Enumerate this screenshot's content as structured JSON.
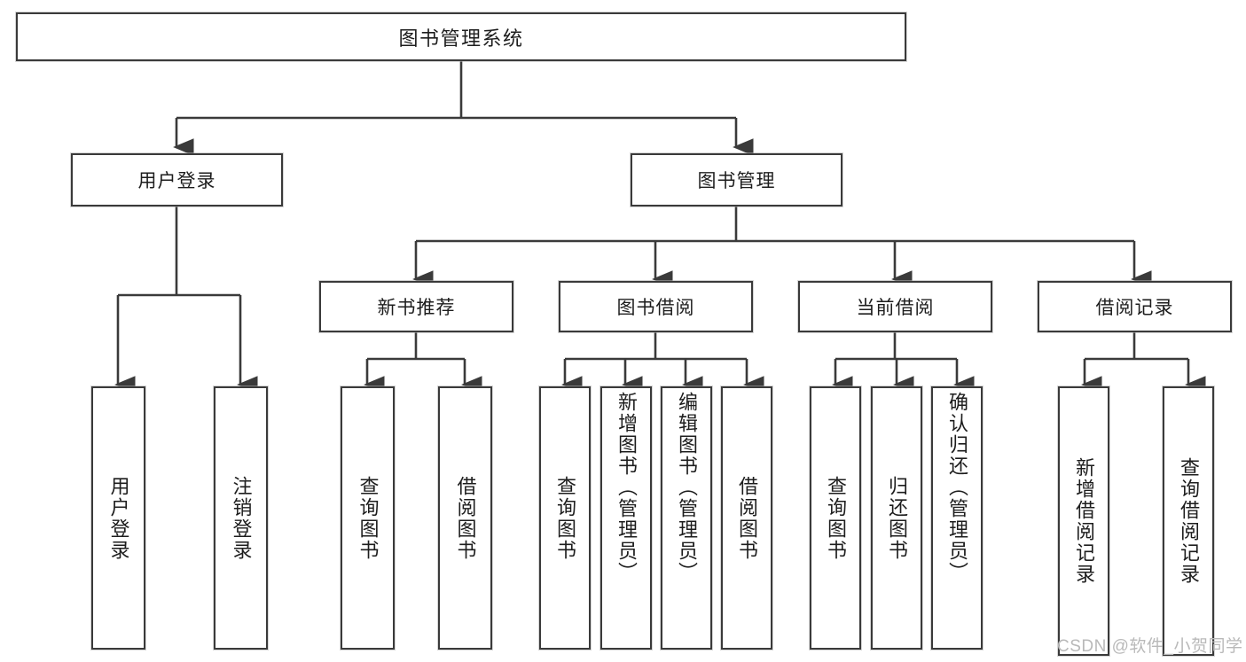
{
  "diagram": {
    "title": "图书管理系统",
    "type": "hierarchy-tree",
    "watermark": "CSDN @软件_小贺同学",
    "colors": {
      "box_border": "#3a3a3a",
      "box_fill": "#ffffff",
      "connector": "#3a3a3a",
      "watermark": "#b9b9b9"
    },
    "root": {
      "label": "图书管理系统"
    },
    "level2": [
      {
        "label": "用户登录"
      },
      {
        "label": "图书管理"
      }
    ],
    "level3": [
      {
        "label": "新书推荐"
      },
      {
        "label": "图书借阅"
      },
      {
        "label": "当前借阅"
      },
      {
        "label": "借阅记录"
      }
    ],
    "leaves": {
      "user_login": [
        {
          "label": "用户登录"
        },
        {
          "label": "注销登录"
        }
      ],
      "new_book_recommend": [
        {
          "label": "查询图书"
        },
        {
          "label": "借阅图书"
        }
      ],
      "book_borrow": [
        {
          "label": "查询图书"
        },
        {
          "label": "新增图书（管理员）"
        },
        {
          "label": "编辑图书（管理员）"
        },
        {
          "label": "借阅图书"
        }
      ],
      "current_borrow": [
        {
          "label": "查询图书"
        },
        {
          "label": "归还图书"
        },
        {
          "label": "确认归还（管理员）"
        }
      ],
      "borrow_record": [
        {
          "label": "新增借阅记录"
        },
        {
          "label": "查询借阅记录"
        }
      ]
    }
  }
}
